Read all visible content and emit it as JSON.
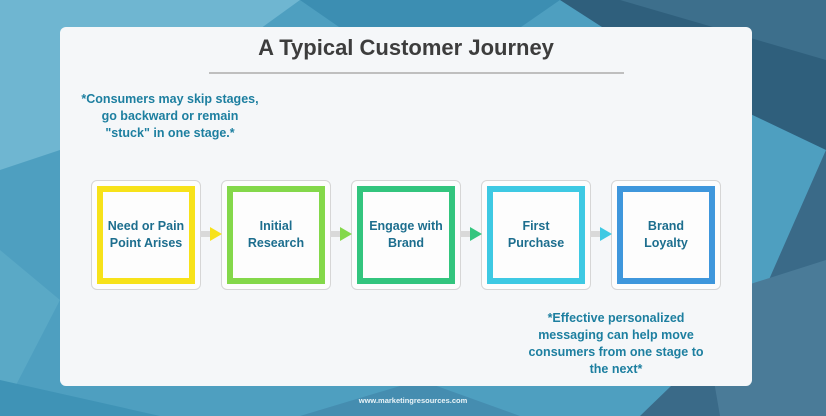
{
  "title": "A Typical Customer Journey",
  "note_top": "*Consumers may skip stages,\ngo backward or remain\n\"stuck\" in one stage.*",
  "note_bottom": "*Effective personalized\nmessaging can help move\nconsumers from one stage to\nthe next*",
  "stages": [
    {
      "label": "Need or Pain\nPoint Arises",
      "color": "#f7e21a"
    },
    {
      "label": "Initial\nResearch",
      "color": "#84d84a"
    },
    {
      "label": "Engage with\nBrand",
      "color": "#33c57e"
    },
    {
      "label": "First\nPurchase",
      "color": "#3ec9e3"
    },
    {
      "label": "Brand\nLoyalty",
      "color": "#3f97dc"
    }
  ],
  "footer": "www.marketingresources.com",
  "colors": {
    "accent_text": "#1d7fa0",
    "background": "#4e9fc0",
    "card": "#f5f7f9"
  }
}
